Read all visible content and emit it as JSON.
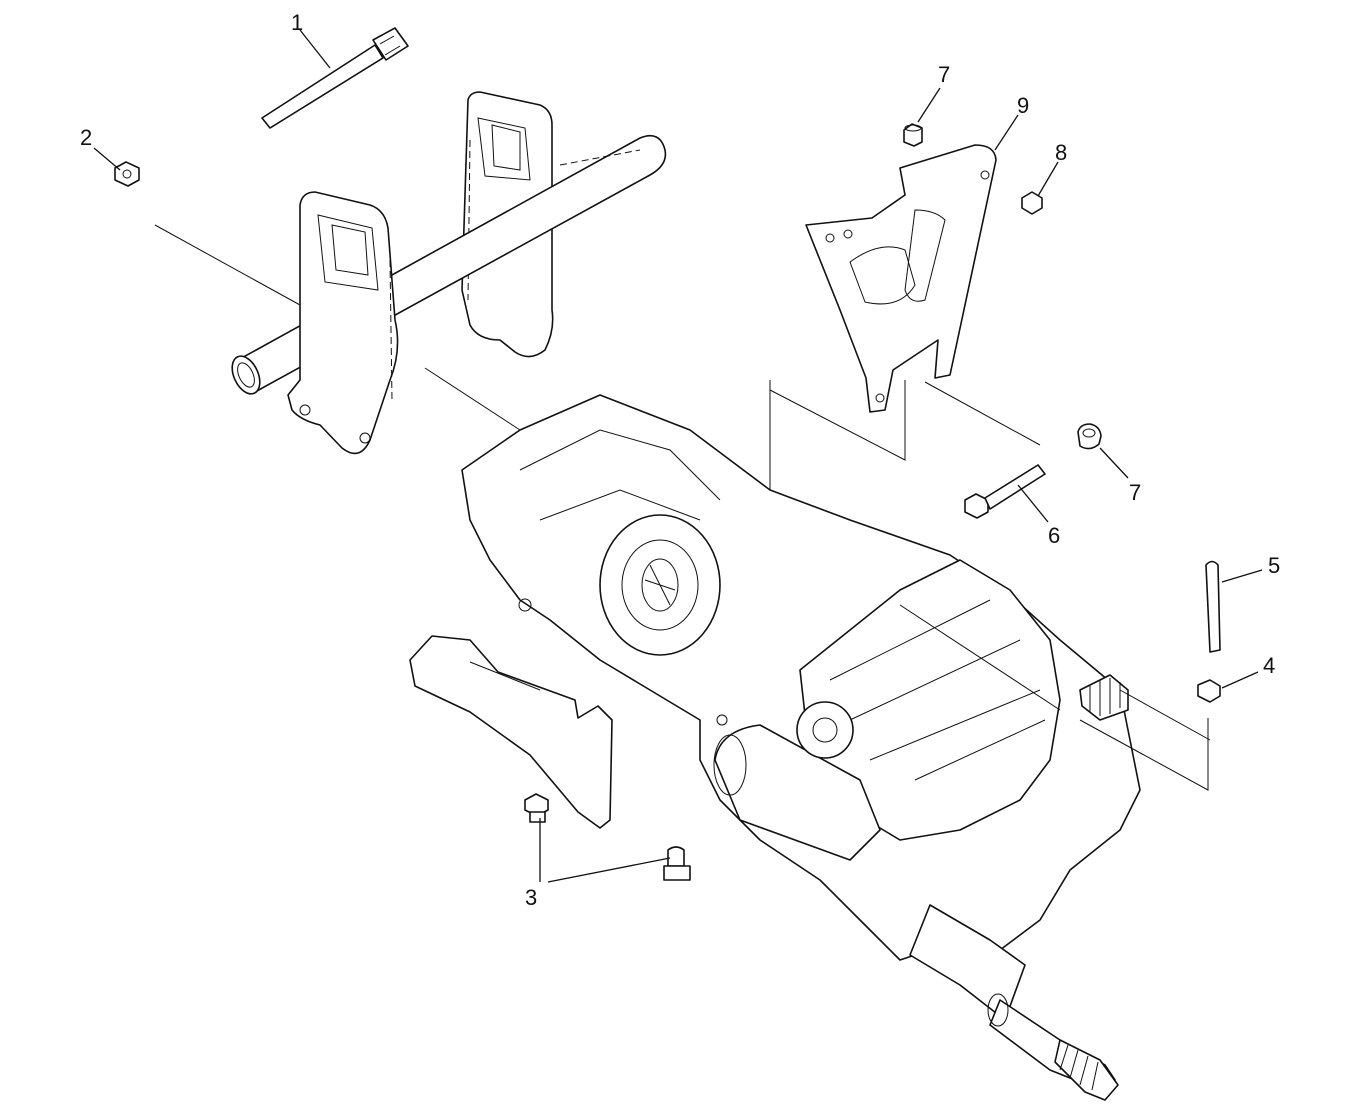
{
  "diagram": {
    "callouts": [
      {
        "id": "c1",
        "label": "1"
      },
      {
        "id": "c2",
        "label": "2"
      },
      {
        "id": "c3",
        "label": "3"
      },
      {
        "id": "c4",
        "label": "4"
      },
      {
        "id": "c5",
        "label": "5"
      },
      {
        "id": "c6",
        "label": "6"
      },
      {
        "id": "c7a",
        "label": "7"
      },
      {
        "id": "c7b",
        "label": "7"
      },
      {
        "id": "c8",
        "label": "8"
      },
      {
        "id": "c9",
        "label": "9"
      }
    ]
  }
}
